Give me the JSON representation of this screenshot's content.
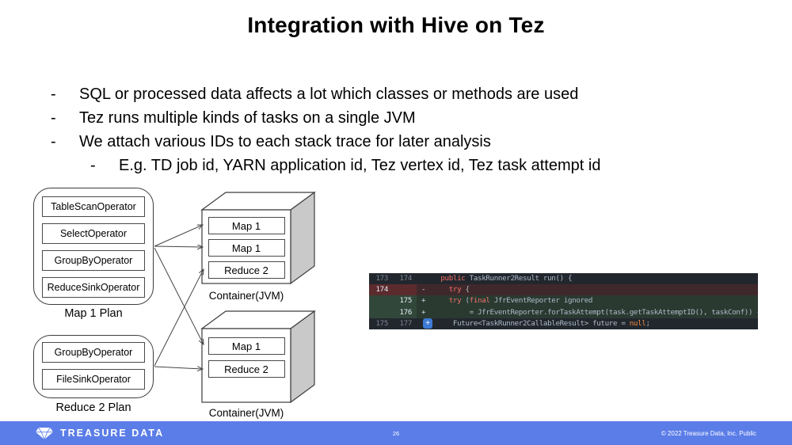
{
  "title": "Integration with Hive on Tez",
  "bullets": [
    {
      "dash": "-",
      "text": "SQL or processed data affects a lot which classes or methods are used"
    },
    {
      "dash": "-",
      "text": "Tez runs multiple kinds of tasks on a single JVM"
    },
    {
      "dash": "-",
      "text": "We attach various IDs to each stack trace for later analysis"
    },
    {
      "dash": "-",
      "text": "E.g. TD job id, YARN application id, Tez vertex id, Tez task attempt id"
    }
  ],
  "diagram": {
    "plan1": {
      "label": "Map 1 Plan",
      "operators": [
        "TableScanOperator",
        "SelectOperator",
        "GroupByOperator",
        "ReduceSinkOperator"
      ]
    },
    "plan2": {
      "label": "Reduce 2 Plan",
      "operators": [
        "GroupByOperator",
        "FileSinkOperator"
      ]
    },
    "container1": {
      "label": "Container(JVM)",
      "tasks": [
        "Map 1",
        "Map 1",
        "Reduce 2"
      ]
    },
    "container2": {
      "label": "Container(JVM)",
      "tasks": [
        "Map 1",
        "Reduce 2"
      ]
    }
  },
  "diff": {
    "rows": [
      {
        "type": "context",
        "old": "173",
        "new": "174",
        "marker": "",
        "segments": [
          {
            "t": "  ",
            "c": "fg"
          },
          {
            "t": "public",
            "c": "kw"
          },
          {
            "t": " TaskRunner2Result run() {",
            "c": "fg"
          }
        ]
      },
      {
        "type": "del",
        "old": "174",
        "new": "",
        "marker": "-",
        "segments": [
          {
            "t": "    ",
            "c": "fg"
          },
          {
            "t": "try",
            "c": "kw"
          },
          {
            "t": " {",
            "c": "fg"
          }
        ]
      },
      {
        "type": "add",
        "old": "",
        "new": "175",
        "marker": "+",
        "segments": [
          {
            "t": "    ",
            "c": "fg"
          },
          {
            "t": "try",
            "c": "kw"
          },
          {
            "t": " (",
            "c": "fg"
          },
          {
            "t": "final",
            "c": "kw"
          },
          {
            "t": " JfrEventReporter ignored",
            "c": "fg"
          }
        ]
      },
      {
        "type": "add",
        "old": "",
        "new": "176",
        "marker": "+",
        "segments": [
          {
            "t": "         = JfrEventReporter.forTaskAttempt(task.getTaskAttemptID(), taskConf)) {",
            "c": "fg"
          }
        ]
      },
      {
        "type": "context",
        "old": "175",
        "new": "177",
        "marker": "",
        "expand_button": "+",
        "segments": [
          {
            "t": "     Future<TaskRunner2CallableResult> future = ",
            "c": "fg"
          },
          {
            "t": "null",
            "c": "const"
          },
          {
            "t": ";",
            "c": "fg"
          }
        ]
      }
    ],
    "colors": {
      "background": "#22272e",
      "keyword": "#f47067",
      "constant": "#f0883e",
      "text": "#adbac7",
      "line_number": "#768390",
      "added_bg": "#2a3a31",
      "added_gutter": "#31473a",
      "removed_bg": "#3f282b",
      "removed_gutter": "#5c2b2e",
      "expand_button_bg": "#3e7ad6"
    }
  },
  "footer": {
    "brand": "TREASURE DATA",
    "page": "26",
    "copyright": "© 2022 Treasure Data, Inc. Public",
    "background": "#5b7de8"
  }
}
